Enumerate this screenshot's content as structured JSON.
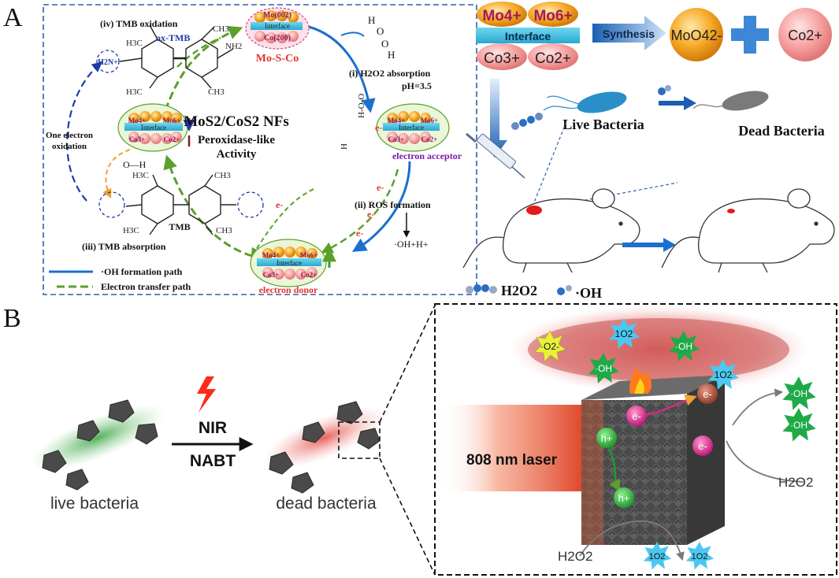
{
  "panel_labels": {
    "a": "A",
    "b": "B"
  },
  "mechanism": {
    "step_iv": "(iv) TMB oxidation",
    "ox_tmb": "ox-TMB",
    "step_i": "(i) H2O2 absorption",
    "ph": "pH=3.5",
    "step_ii": "(ii) ROS formation",
    "step_iii": "(iii) TMB absorption",
    "one_electron": [
      "One electron",
      "oxidation"
    ],
    "center_title": "MoS2/CoS2 NFs",
    "center_sub": [
      "Peroxidase-like",
      "Activity"
    ],
    "mo_s_co": "Mo-S-Co",
    "electron_acceptor": "electron acceptor",
    "electron_donor": "electron donor",
    "oh_h": "·OH+H+",
    "o_h": "O—H",
    "tmb": "TMB",
    "legend_oh": "·OH formation path",
    "legend_e": "Electron transfer path",
    "interface": "Interface",
    "ions": {
      "mo4": "Mo4+",
      "mo6": "Mo6+",
      "co3": "Co3+",
      "co2": "Co2+"
    },
    "facets": {
      "mo": "Mo(002)",
      "co": "Co(200)"
    },
    "electron": "e-",
    "substituents": {
      "h3c": "H3C",
      "ch3": "CH3",
      "nh2": "NH2",
      "h2n": "H2N+"
    }
  },
  "synthesis": {
    "interface": "Interface",
    "mo4": "Mo4+",
    "mo6": "Mo6+",
    "co3": "Co3+",
    "co2": "Co2+",
    "synthesis_label": "Synthesis",
    "moo4": "MoO42-",
    "co_ion": "Co2+",
    "live_bacteria": "Live Bacteria",
    "dead_bacteria": "Dead Bacteria",
    "h2o2": "H2O2",
    "oh": "·OH"
  },
  "panel_b": {
    "nir": "NIR",
    "nabt": "NABT",
    "live_bacteria": "live bacteria",
    "dead_bacteria": "dead bacteria",
    "laser": "808 nm laser",
    "h2o2": "H2O2",
    "electron": "e-",
    "hole": "h+",
    "o2_singlet": "1O2",
    "superoxide": "·O2-",
    "hydroxyl": "·OH"
  }
}
